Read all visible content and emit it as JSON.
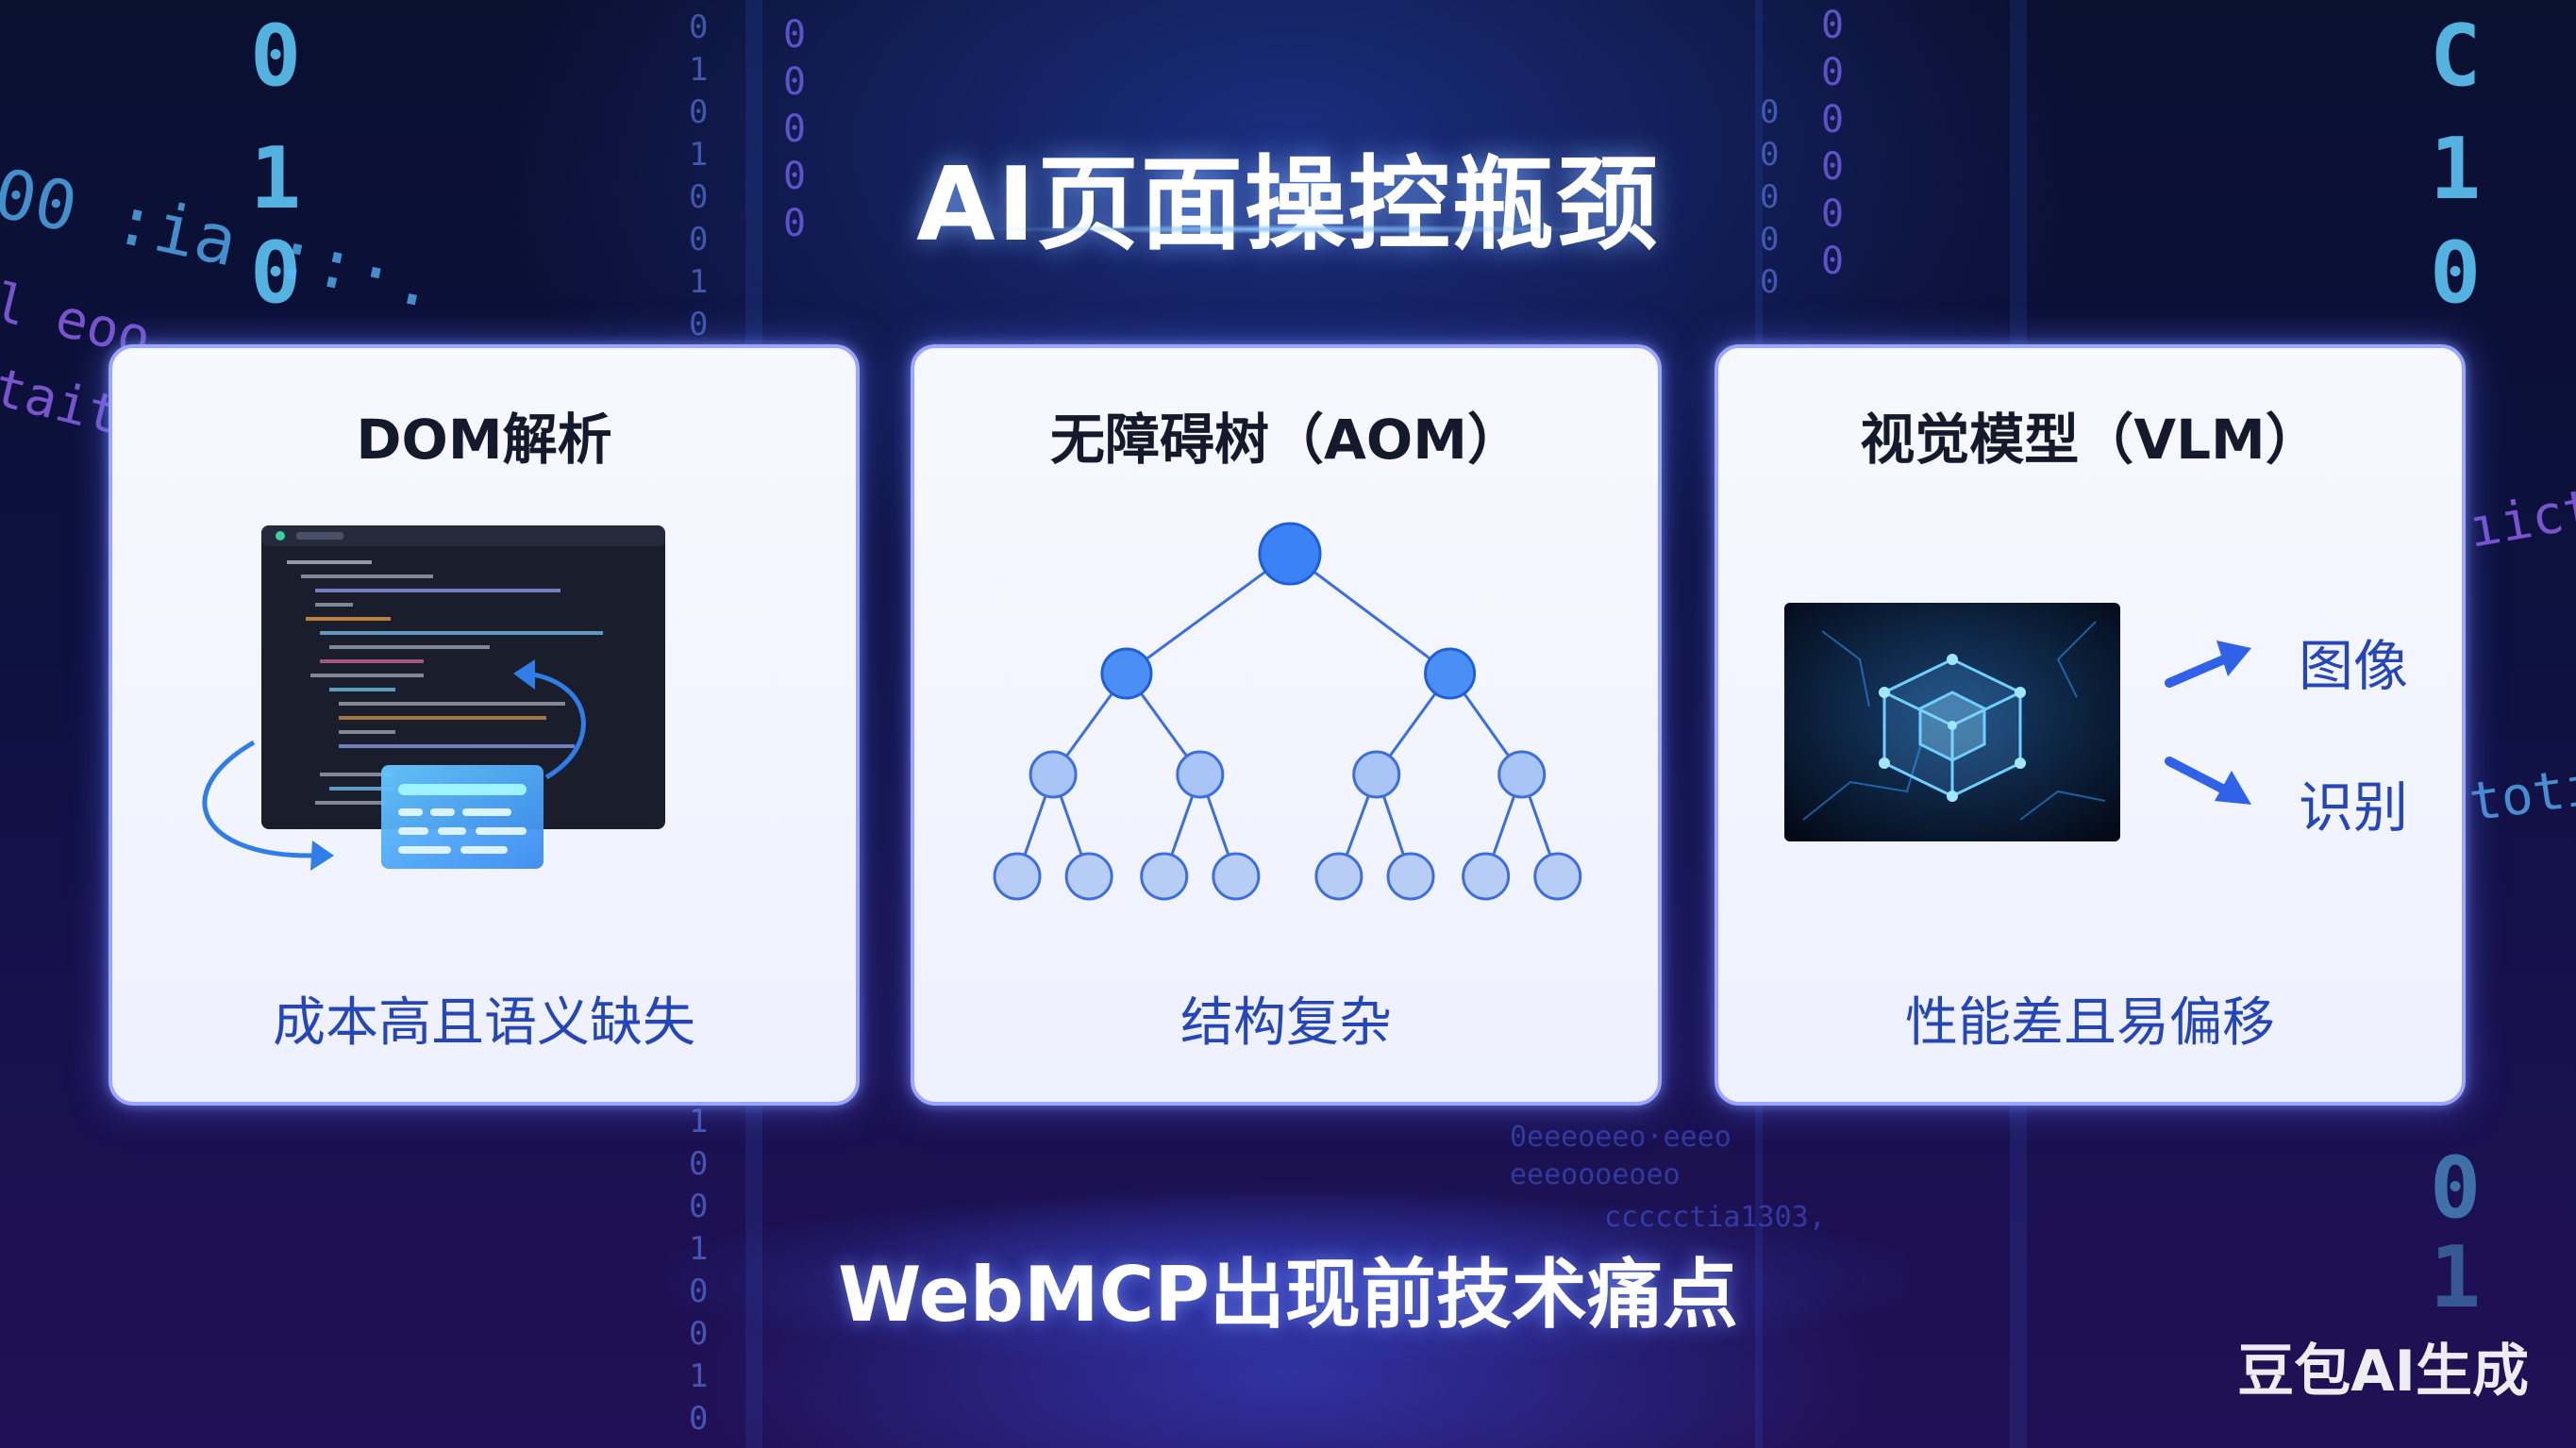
{
  "title": "AI页面操控瓶颈",
  "cards": [
    {
      "heading": "DOM解析",
      "caption": "成本高且语义缺失"
    },
    {
      "heading": "无障碍树（AOM）",
      "caption": "结构复杂"
    },
    {
      "heading": "视觉模型（VLM）",
      "caption": "性能差且易偏移",
      "labels": [
        "图像",
        "识别"
      ]
    }
  ],
  "banner": "WebMCP出现前技术痛点",
  "watermark": "豆包AI生成",
  "colors": {
    "accent": "#2446b8",
    "node": "#3b7cf0",
    "card_border": "#9aa6ff"
  }
}
